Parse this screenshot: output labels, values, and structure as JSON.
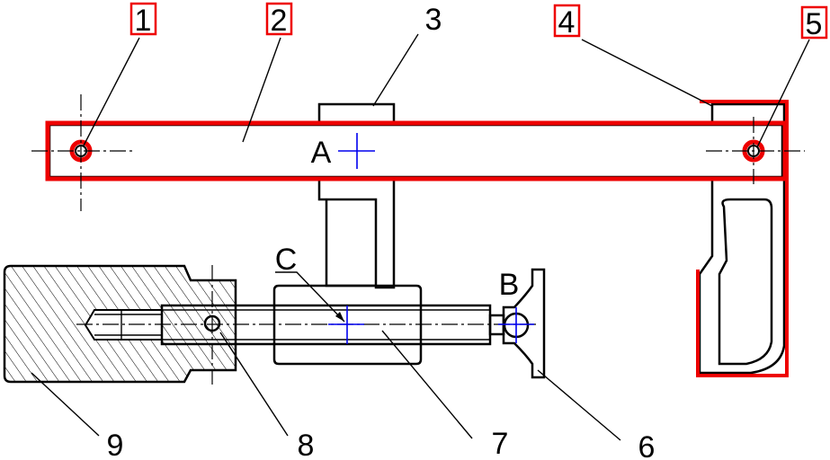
{
  "title": "Clamp assembly drawing",
  "part_labels": {
    "p1": "1",
    "p2": "2",
    "p3": "3",
    "p4": "4",
    "p5": "5",
    "p6": "6",
    "p7": "7",
    "p8": "8",
    "p9": "9"
  },
  "point_labels": {
    "a": "A",
    "b": "B",
    "c": "C"
  },
  "highlighted_parts": [
    "1",
    "2",
    "4",
    "5"
  ],
  "colors": {
    "highlight": "#e00000",
    "centers": "#0000ee",
    "lines": "#000000"
  }
}
